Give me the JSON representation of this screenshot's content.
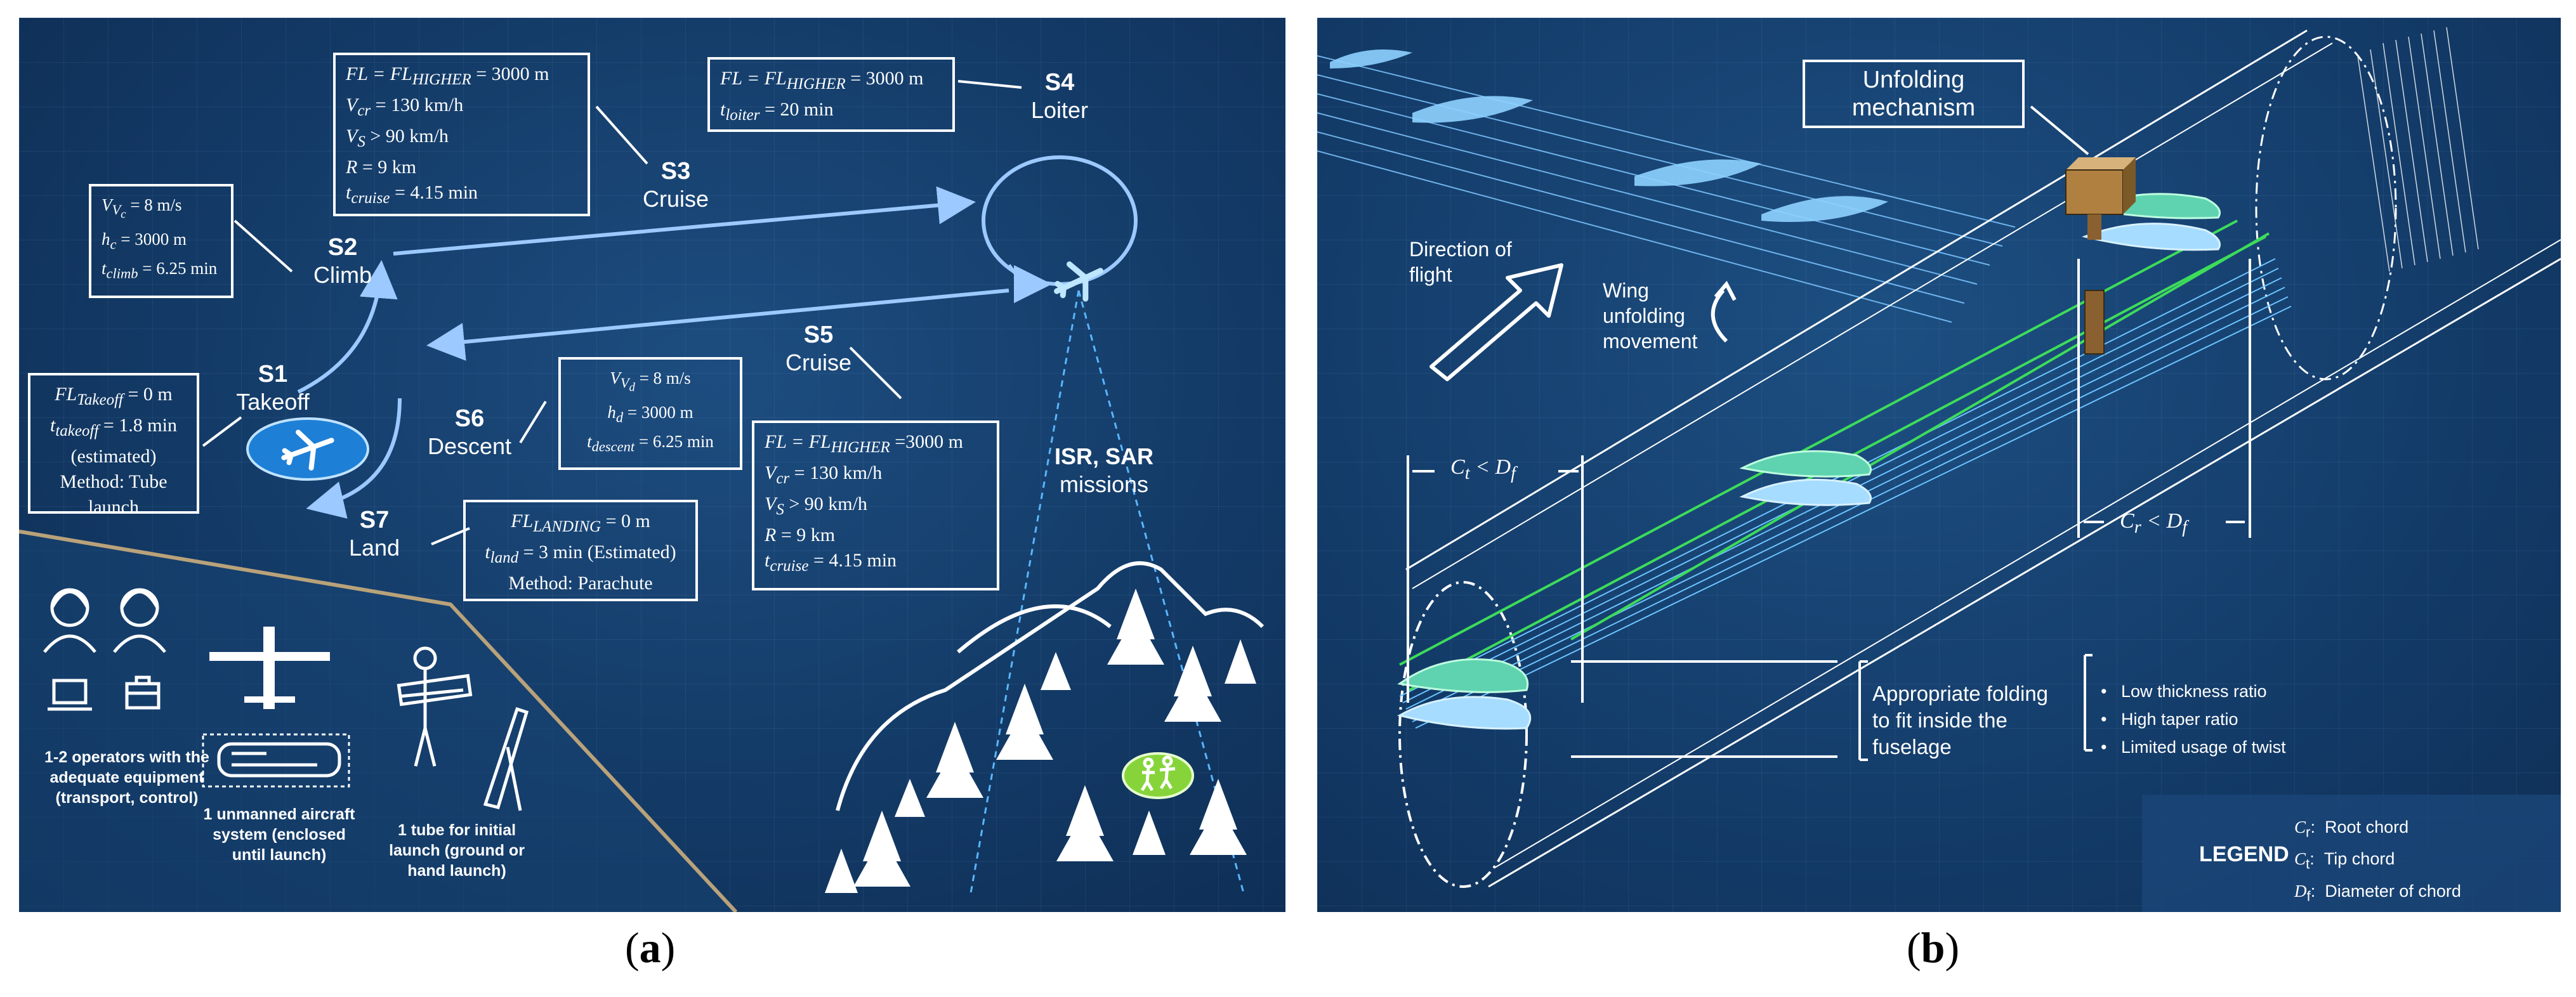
{
  "panel_a": {
    "stages": {
      "s1": {
        "id": "S1",
        "name": "Takeoff"
      },
      "s2": {
        "id": "S2",
        "name": "Climb"
      },
      "s3": {
        "id": "S3",
        "name": "Cruise"
      },
      "s4": {
        "id": "S4",
        "name": "Loiter"
      },
      "s5": {
        "id": "S5",
        "name": "Cruise"
      },
      "s6": {
        "id": "S6",
        "name": "Descent"
      },
      "s7": {
        "id": "S7",
        "name": "Land"
      }
    },
    "takeoff_box": {
      "fl": "FL",
      "fl_sub": "Takeoff",
      "fl_val": " = 0 m",
      "t": "t",
      "t_sub": "takeoff",
      "t_val": " = 1.8 min",
      "estimated": "(estimated)",
      "method": "Method: Tube launch"
    },
    "climb_box": {
      "v": "V",
      "v_sub": "V",
      "v_sub2": "c",
      "v_val": " = 8 m/s",
      "h": "h",
      "h_sub": "c",
      "h_val": " = 3000 m",
      "t": "t",
      "t_sub": "climb",
      "t_val": " = 6.25 min"
    },
    "cruise1_box": {
      "fl": "FL = FL",
      "fl_sub": "HIGHER",
      "fl_val": " = 3000 m",
      "v": "V",
      "v_sub": "cr",
      "v_val": " = 130 km/h",
      "vs": "V",
      "vs_sub": "S",
      "vs_val": " > 90 km/h",
      "r": "R",
      "r_val": " = 9 km",
      "t": "t",
      "t_sub": "cruise",
      "t_val": " = 4.15 min"
    },
    "loiter_box": {
      "fl": "FL = FL",
      "fl_sub": "HIGHER",
      "fl_val": " = 3000 m",
      "t": "t",
      "t_sub": "loiter",
      "t_val": " = 20 min"
    },
    "descent_box": {
      "v": "V",
      "v_sub": "V",
      "v_sub2": "d",
      "v_val": " = 8 m/s",
      "h": "h",
      "h_sub": "d",
      "h_val": " = 3000 m",
      "t": "t",
      "t_sub": "descent",
      "t_val": " = 6.25 min"
    },
    "cruise2_box": {
      "fl": "FL = FL",
      "fl_sub": "HIGHER",
      "fl_val": " =3000 m",
      "v": "V",
      "v_sub": "cr",
      "v_val": " = 130 km/h",
      "vs": "V",
      "vs_sub": "S",
      "vs_val": " > 90 km/h",
      "r": "R",
      "r_val": " = 9 km",
      "t": "t",
      "t_sub": "cruise",
      "t_val": " = 4.15 min"
    },
    "landing_box": {
      "fl": "FL",
      "fl_sub": "LANDING",
      "fl_val": " = 0 m",
      "t": "t",
      "t_sub": "land",
      "t_val": " = 3 min (Estimated)",
      "method": "Method: Parachute"
    },
    "mission": {
      "line1": "ISR, SAR",
      "line2": "missions"
    },
    "notes": {
      "operators": "1-2 operators with the adequate equipment (transport, control)",
      "aircraft": "1 unmanned aircraft system (enclosed until launch)",
      "tube": "1 tube for initial launch (ground or hand launch)"
    }
  },
  "panel_b": {
    "unfolding_mechanism": "Unfolding mechanism",
    "direction": "Direction of flight",
    "wing_movement": "Wing unfolding movement",
    "tip_condition": {
      "c": "C",
      "sub": "t",
      "rest": " < D",
      "sub2": "f"
    },
    "root_condition": {
      "c": "C",
      "sub": "r",
      "rest": " < D",
      "sub2": "f"
    },
    "folding_note": "Appropriate folding to fit inside the fuselage",
    "requirements": [
      "Low thickness ratio",
      "High taper ratio",
      "Limited usage of twist"
    ],
    "legend": {
      "title": "LEGEND",
      "items": [
        {
          "sym": "C",
          "sub": "r",
          "desc": "Root chord"
        },
        {
          "sym": "C",
          "sub": "t",
          "desc": "Tip chord"
        },
        {
          "sym": "D",
          "sub": "f",
          "desc": "Diameter of chord"
        }
      ]
    }
  },
  "captions": {
    "a": "a",
    "b": "b"
  },
  "colors": {
    "background": "#143d6b",
    "accent_blue": "#8fcbff",
    "green": "#3ddc5a",
    "mechanism": "#a67c3d"
  }
}
